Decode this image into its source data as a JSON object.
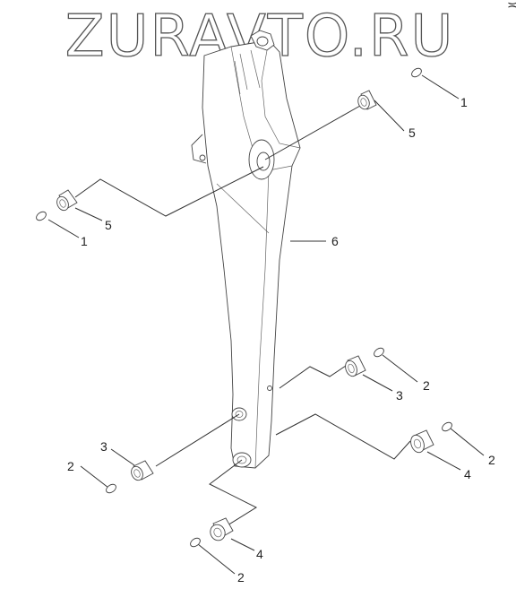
{
  "watermark": "ZURAVTO.RU",
  "corner_mark": "≍",
  "callouts": {
    "c1a": "1",
    "c1b": "1",
    "c2a": "2",
    "c2b": "2",
    "c2c": "2",
    "c2d": "2",
    "c3a": "3",
    "c3b": "3",
    "c4a": "4",
    "c4b": "4",
    "c5a": "5",
    "c5b": "5",
    "c6": "6"
  }
}
